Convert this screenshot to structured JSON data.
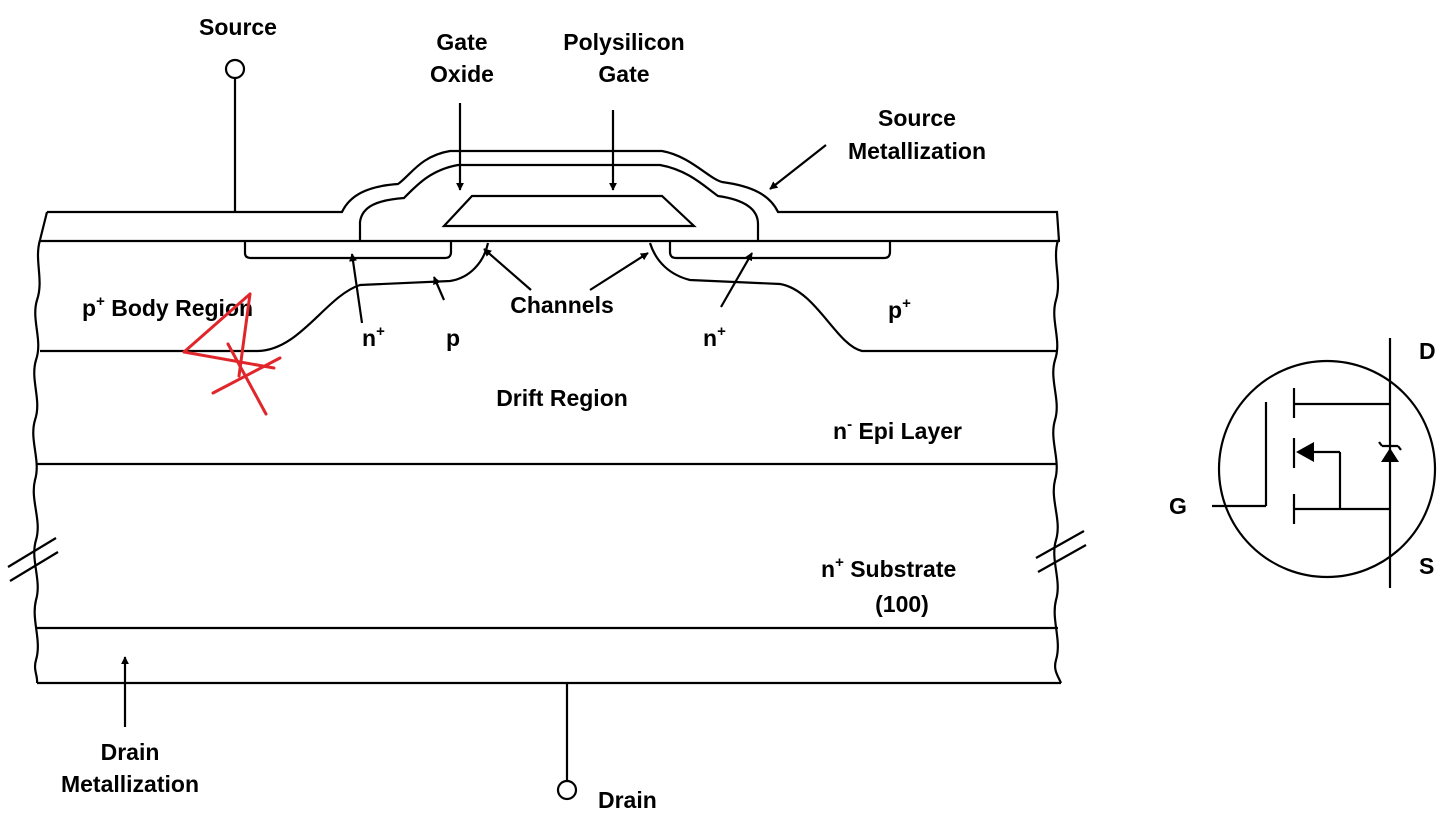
{
  "labels": {
    "source": "Source",
    "gate_oxide_line1": "Gate",
    "gate_oxide_line2": "Oxide",
    "poly_gate_line1": "Polysilicon",
    "poly_gate_line2": "Gate",
    "source_metal_line1": "Source",
    "source_metal_line2": "Metallization",
    "p_body_base": "p",
    "p_body_sup": "+",
    "p_body_rest": " Body Region",
    "n_plus_left_base": "n",
    "n_plus_left_sup": "+",
    "p_well": "p",
    "channels": "Channels",
    "n_plus_right_base": "n",
    "n_plus_right_sup": "+",
    "p_plus_right_base": "p",
    "p_plus_right_sup": "+",
    "drift_region": "Drift Region",
    "epi_base": "n",
    "epi_sup": "-",
    "epi_rest": " Epi Layer",
    "substrate_base": "n",
    "substrate_sup": "+",
    "substrate_rest": " Substrate",
    "substrate_orientation": "(100)",
    "drain_metal_line1": "Drain",
    "drain_metal_line2": "Metallization",
    "drain": "Drain"
  },
  "symbol": {
    "drain_pin": "D",
    "gate_pin": "G",
    "source_pin": "S"
  },
  "colors": {
    "line": "#000000",
    "annotation": "#e0262b",
    "background": "#ffffff"
  }
}
